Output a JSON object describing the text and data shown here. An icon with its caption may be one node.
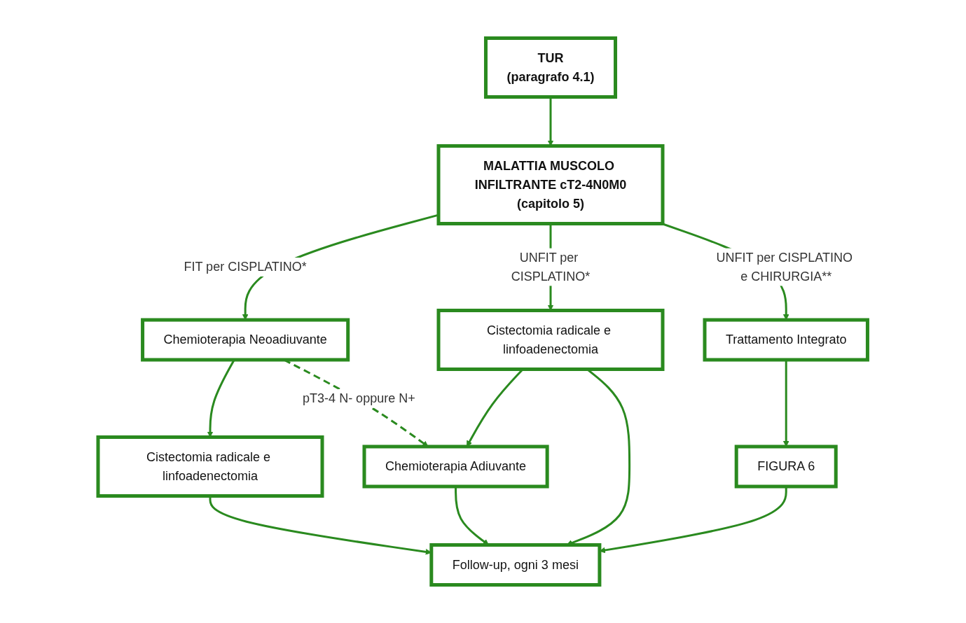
{
  "diagram": {
    "nodes": [
      {
        "text": [
          "TUR",
          "(paragrafo 4.1)"
        ]
      },
      {
        "text": [
          "MALATTIA MUSCOLO INFILTRANTE cT2-4N0M0",
          "(capitolo 5)"
        ]
      },
      {
        "text": [
          "Chemioterapia Neoadiuvante"
        ]
      },
      {
        "text": [
          "Cistectomia radicale e linfoadenectomia"
        ]
      },
      {
        "text": [
          "Trattamento Integrato"
        ]
      },
      {
        "text": [
          "Cistectomia radicale e linfoadenectomia"
        ]
      },
      {
        "text": [
          "Chemioterapia Adiuvante"
        ]
      },
      {
        "text": [
          "FIGURA 6"
        ]
      },
      {
        "text": [
          "Follow-up, ogni 3 mesi"
        ]
      }
    ],
    "edges": [
      {
        "from": 0,
        "to": 1,
        "arrow": "to"
      },
      {
        "from": 1,
        "to": 2,
        "arrow": "to",
        "label": "FIT per CISPLATINO*"
      },
      {
        "from": 1,
        "to": 3,
        "arrow": "to",
        "label": "UNFIT per CISPLATINO*"
      },
      {
        "from": 1,
        "to": 4,
        "arrow": "to",
        "label": "UNFIT per CISPLATINO e CHIRURGIA**"
      },
      {
        "from": 2,
        "to": 5,
        "arrow": "to"
      },
      {
        "from": 2,
        "to": 6,
        "arrow": "to",
        "style": "dashed",
        "label": "pT3-4 N- oppure N+"
      },
      {
        "from": 3,
        "to": 6,
        "arrow": "to"
      },
      {
        "from": 4,
        "to": 7,
        "arrow": "to"
      },
      {
        "from": 5,
        "to": 8,
        "arrow": "to"
      },
      {
        "from": 6,
        "to": 8,
        "arrow": "to"
      },
      {
        "from": 3,
        "to": 8,
        "arrow": "to"
      },
      {
        "from": 7,
        "to": 8,
        "arrow": "to"
      }
    ]
  }
}
